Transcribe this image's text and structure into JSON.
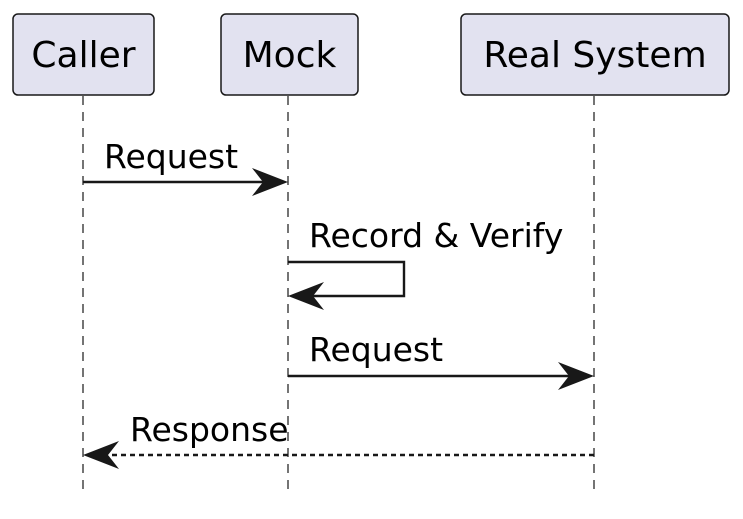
{
  "participants": [
    {
      "id": "caller",
      "label": "Caller"
    },
    {
      "id": "mock",
      "label": "Mock"
    },
    {
      "id": "real",
      "label": "Real System"
    }
  ],
  "messages": [
    {
      "id": "m1",
      "from": "caller",
      "to": "mock",
      "label": "Request",
      "style": "solid"
    },
    {
      "id": "m2",
      "from": "mock",
      "to": "mock",
      "label": "Record & Verify",
      "style": "solid"
    },
    {
      "id": "m3",
      "from": "mock",
      "to": "real",
      "label": "Request",
      "style": "solid"
    },
    {
      "id": "m4",
      "from": "real",
      "to": "caller",
      "label": "Response",
      "style": "dashed"
    }
  ],
  "colors": {
    "participant_fill": "#e2e2f0",
    "stroke": "#181818",
    "text": "#000000"
  }
}
